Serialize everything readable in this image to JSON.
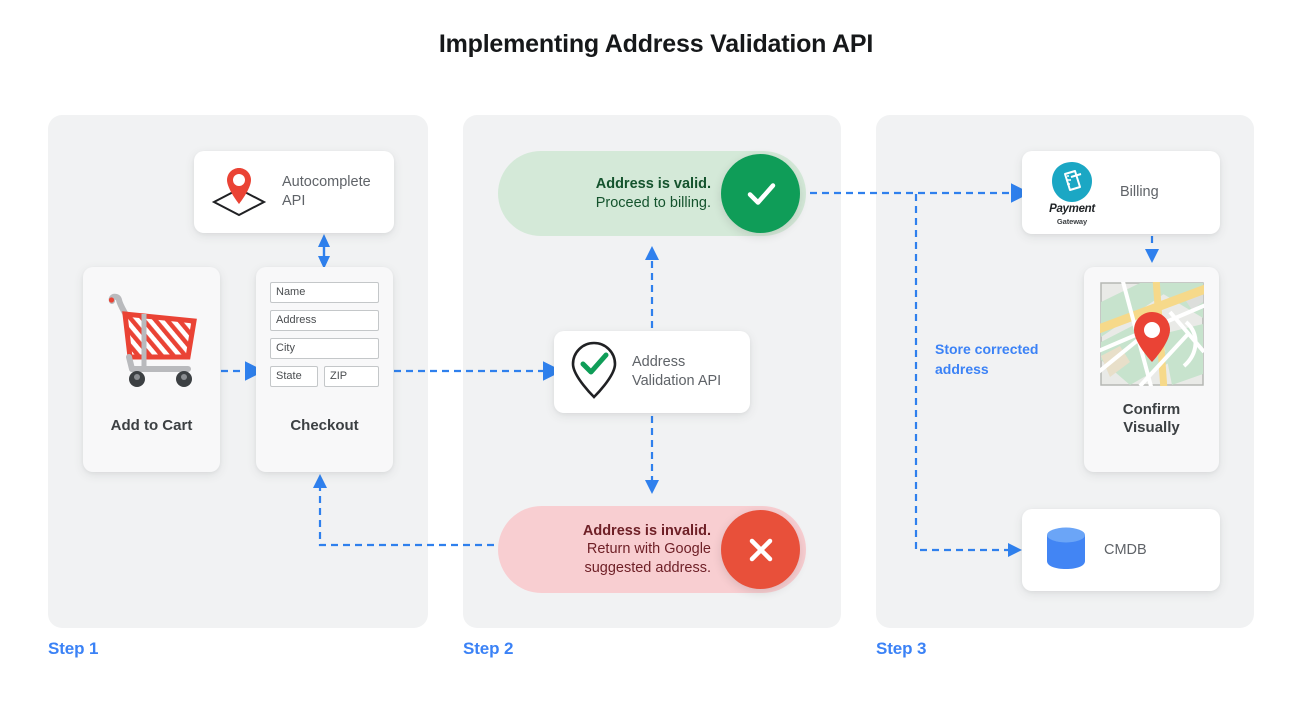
{
  "page": {
    "title": "Implementing Address Validation API"
  },
  "colors": {
    "accent_blue": "#3b82f6",
    "panel_bg": "#f1f2f3",
    "valid_bg": "#d4e9d8",
    "valid_circle": "#0f9d58",
    "valid_text": "#14532d",
    "invalid_bg": "#f8ced1",
    "invalid_circle": "#e8503a",
    "invalid_text": "#6e1f26",
    "pin_red": "#ea4335",
    "db_blue": "#4285f4",
    "payment_teal": "#1ba7c4"
  },
  "steps": [
    {
      "label": "Step 1"
    },
    {
      "label": "Step 2"
    },
    {
      "label": "Step 3"
    }
  ],
  "step1": {
    "autocomplete": {
      "icon": "map-pin-diamond-icon",
      "label_line1": "Autocomplete",
      "label_line2": "API"
    },
    "add_to_cart": {
      "icon": "shopping-cart-icon",
      "title": "Add to Cart"
    },
    "checkout": {
      "title": "Checkout",
      "fields": [
        {
          "name": "name-field",
          "value": "Name"
        },
        {
          "name": "address-field",
          "value": "Address"
        },
        {
          "name": "city-field",
          "value": "City"
        },
        {
          "name": "state-field",
          "value": "State"
        },
        {
          "name": "zip-field",
          "value": "ZIP"
        }
      ]
    }
  },
  "step2": {
    "valid": {
      "icon": "check-circle-icon",
      "line1": "Address is valid.",
      "line2": "Proceed to billing."
    },
    "validation_api": {
      "icon": "pin-check-icon",
      "label_line1": "Address",
      "label_line2": "Validation API"
    },
    "invalid": {
      "icon": "x-circle-icon",
      "line1": "Address is invalid.",
      "line2": "Return with Google",
      "line3": "suggested address."
    }
  },
  "step3": {
    "billing": {
      "icon": "payment-gateway-logo",
      "logo_word": "Payment",
      "logo_sub": "Gateway",
      "label": "Billing"
    },
    "confirm": {
      "icon": "map-thumbnail-icon",
      "title_line1": "Confirm",
      "title_line2": "Visually"
    },
    "cmdb": {
      "icon": "database-icon",
      "label": "CMDB"
    },
    "store_note": "Store corrected address"
  }
}
